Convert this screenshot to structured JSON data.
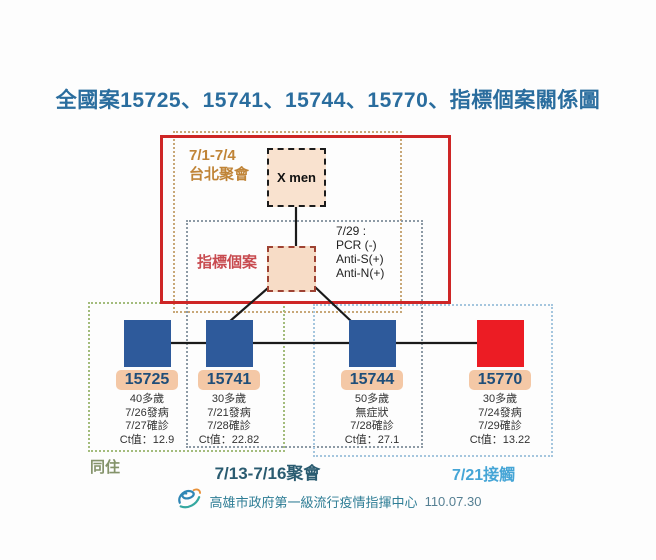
{
  "title": "全國案15725、15741、15744、15770、指標個案關係圖",
  "groups": {
    "taipei": {
      "period": "7/1-7/4",
      "name": "台北聚會"
    },
    "xmen": {
      "label": "X men"
    },
    "index_case": {
      "label": "指標個案",
      "test_result": {
        "line1": "7/29 :",
        "line2": "PCR (-)",
        "line3": "Anti-S(+)",
        "line4": "Anti-N(+)"
      }
    },
    "cohabit": {
      "label": "同住"
    },
    "gathering": {
      "label": "7/13-7/16聚會"
    },
    "contact": {
      "label": "7/21接觸"
    }
  },
  "cases": [
    {
      "id": "15725",
      "details": [
        "40多歲",
        "7/26發病",
        "7/27確診",
        "Ct值：12.9"
      ],
      "node_color": "#2e5a9b"
    },
    {
      "id": "15741",
      "details": [
        "30多歲",
        "7/21發病",
        "7/28確診",
        "Ct值：22.82"
      ],
      "node_color": "#2e5a9b"
    },
    {
      "id": "15744",
      "details": [
        "50多歲",
        "無症狀",
        "7/28確診",
        "Ct值：27.1"
      ],
      "node_color": "#2e5a9b"
    },
    {
      "id": "15770",
      "details": [
        "30多歲",
        "7/24發病",
        "7/29確診",
        "Ct值：13.22"
      ],
      "node_color": "#ec1c24"
    }
  ],
  "footer": {
    "org": "高雄市政府第一級流行疫情指揮中心",
    "date": "110.07.30"
  },
  "colors": {
    "title": "#2a6d9e",
    "red_frame": "#ce2626",
    "tan_dots": "#c8a878",
    "gray_dots": "#8d9aa5",
    "green_dots": "#a3bc7c",
    "blue_dots": "#a5c6de",
    "case_node_blue": "#2e5a9b",
    "case_node_red": "#ec1c24",
    "id_badge_bg": "#f4c8a6",
    "id_badge_text": "#1f4e79",
    "peach_node_bg": "#f7dcc6",
    "taipei_text": "#c08437",
    "index_text": "#c84b50",
    "cohabit_text": "#84936a",
    "gathering_text": "#2a5b70",
    "contact_text": "#45a5d6",
    "footer_text": "#2e7d95"
  }
}
